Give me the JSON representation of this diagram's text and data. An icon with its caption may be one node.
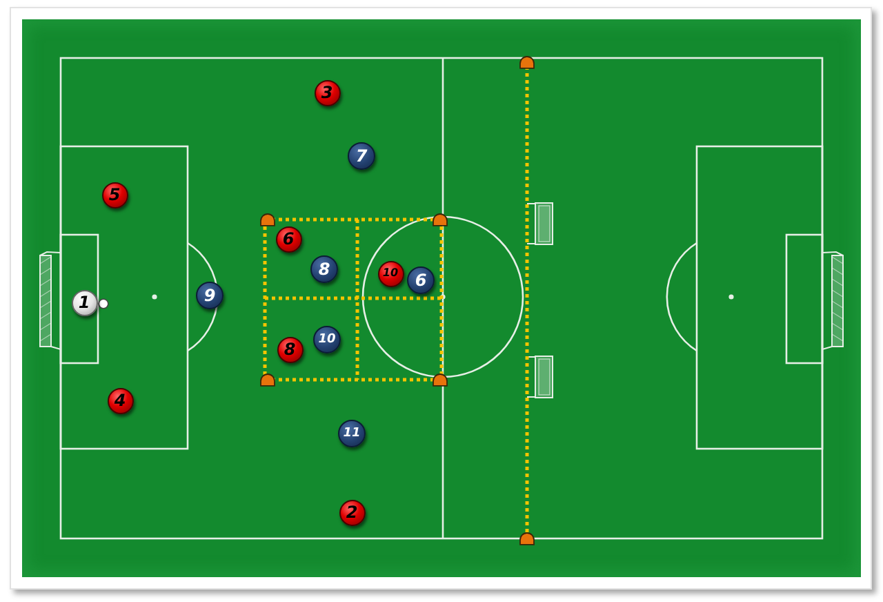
{
  "diagram": {
    "nodes": [
      {
        "text": [
          "3"
        ]
      },
      {
        "text": [
          "7"
        ]
      },
      {
        "text": [
          "5"
        ]
      },
      {
        "text": [
          "6"
        ]
      },
      {
        "text": [
          "8"
        ]
      },
      {
        "text": [
          "10"
        ]
      },
      {
        "text": [
          "6"
        ]
      },
      {
        "text": [
          "9"
        ]
      },
      {
        "text": [
          "1"
        ]
      },
      {
        "text": [
          "10"
        ]
      },
      {
        "text": [
          "8"
        ]
      },
      {
        "text": [
          "4"
        ]
      },
      {
        "text": [
          "11"
        ]
      },
      {
        "text": [
          "2"
        ]
      }
    ]
  }
}
